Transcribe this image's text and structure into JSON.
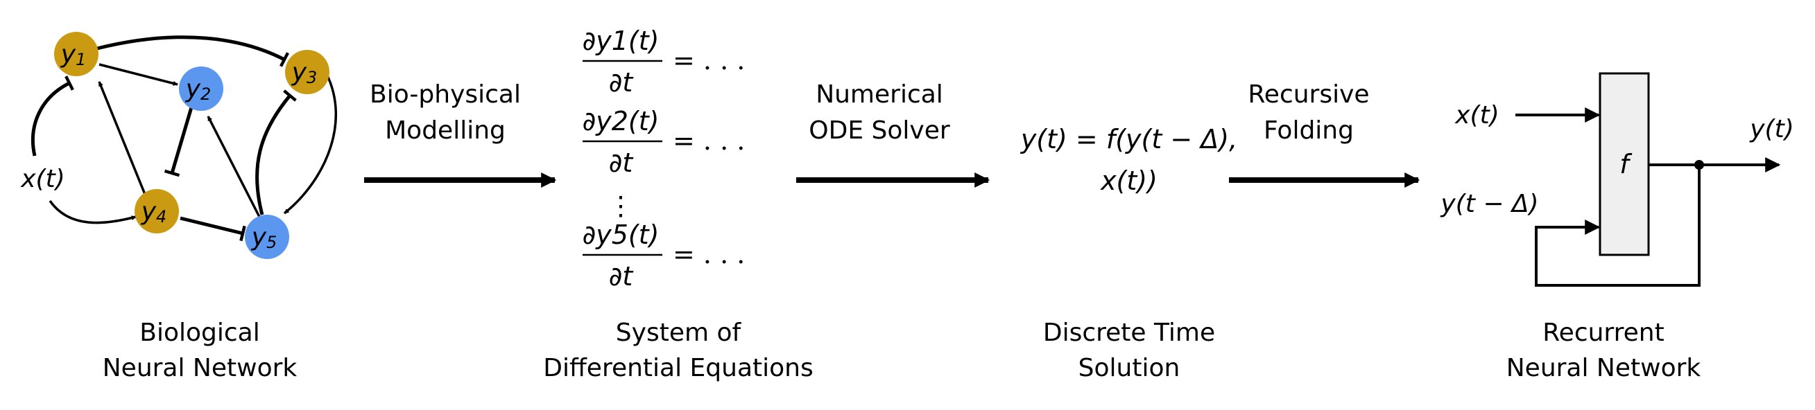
{
  "colors": {
    "excitatory_node": "#c99a12",
    "inhibitory_node": "#5b97ee",
    "box_fill": "#efefef",
    "ink": "#000000"
  },
  "network": {
    "input_label": "x(t)",
    "nodes": [
      {
        "id": "y1",
        "label": "y",
        "sub": "1",
        "color": "excitatory_node"
      },
      {
        "id": "y2",
        "label": "y",
        "sub": "2",
        "color": "inhibitory_node"
      },
      {
        "id": "y3",
        "label": "y",
        "sub": "3",
        "color": "excitatory_node"
      },
      {
        "id": "y4",
        "label": "y",
        "sub": "4",
        "color": "excitatory_node"
      },
      {
        "id": "y5",
        "label": "y",
        "sub": "5",
        "color": "inhibitory_node"
      }
    ]
  },
  "stages": {
    "bnn_caption": [
      "Biological",
      "Neural Network"
    ],
    "ode_caption": [
      "System of",
      "Differential Equations"
    ],
    "discrete_caption": [
      "Discrete Time",
      "Solution"
    ],
    "rnn_caption": [
      "Recurrent",
      "Neural Network"
    ]
  },
  "transitions": {
    "t1": [
      "Bio-physical",
      "Modelling"
    ],
    "t2": [
      "Numerical",
      "ODE Solver"
    ],
    "t3": [
      "Recursive",
      "Folding"
    ]
  },
  "equations": {
    "numerators": [
      "∂y1(t)",
      "∂y2(t)",
      "∂y5(t)"
    ],
    "denominator": "∂t",
    "rhs": "= . . .",
    "vdots": "⋮"
  },
  "solution": {
    "line1": "y(t) = f(y(t − Δ),",
    "line2": "x(t))"
  },
  "rnn": {
    "input_x": "x(t)",
    "input_y_prev": "y(t − Δ)",
    "block": "f",
    "output": "y(t)"
  }
}
